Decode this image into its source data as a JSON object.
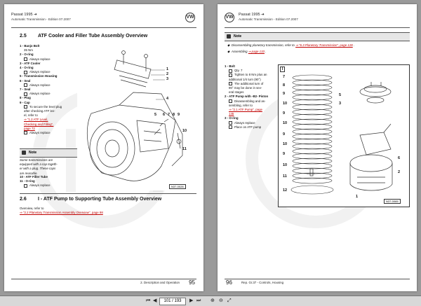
{
  "header": {
    "model": "Passat 1995 ➜",
    "edition": "Automatic Transmission - Edition 07.2007",
    "logo": "VW"
  },
  "left_page": {
    "section_num": "2.5",
    "section_title": "ATF Cooler and Filler Tube Assembly Overview",
    "items": [
      {
        "label": "1 - Banjo Bolt",
        "bold": true
      },
      {
        "label": "35 Nm",
        "bold": false,
        "indent": true
      },
      {
        "label": "2 - O-ring",
        "bold": true
      },
      {
        "label": "Always replace",
        "bold": false,
        "indent": true,
        "check": true
      },
      {
        "label": "3 - ATF Cooler",
        "bold": true
      },
      {
        "label": "4 - O-ring",
        "bold": true
      },
      {
        "label": "Always replace",
        "bold": false,
        "indent": true,
        "check": true
      },
      {
        "label": "5 - Transmission Housing",
        "bold": true
      },
      {
        "label": "6 - Seal",
        "bold": true
      },
      {
        "label": "Always replace",
        "bold": false,
        "indent": true,
        "check": true
      },
      {
        "label": "7 - Seal",
        "bold": true
      },
      {
        "label": "Always replace",
        "bold": false,
        "indent": true,
        "check": true
      },
      {
        "label": "8 - Plug",
        "bold": true
      },
      {
        "label": "9 - Cap",
        "bold": true
      },
      {
        "label": "To secure the level plug",
        "bold": false,
        "indent": true,
        "check": true
      },
      {
        "label": "after checking ATF lev-",
        "bold": false,
        "indent": true
      },
      {
        "label": "el, refer to",
        "bold": false,
        "indent": true
      },
      {
        "label": "⇒ \"1.2 ATF Level,",
        "bold": false,
        "indent": true,
        "link": true
      },
      {
        "label": "Checking and Filling\",",
        "bold": false,
        "indent": true,
        "link": true
      },
      {
        "label": "page 72",
        "bold": false,
        "indent": true,
        "link": true
      },
      {
        "label": "Always replace",
        "bold": false,
        "indent": true,
        "check": true
      }
    ],
    "note_label": "Note",
    "note_lines": [
      "Some transmissions are",
      "equipped with a cap togeth-",
      "er with a plug. These caps",
      "are reusable."
    ],
    "items_after_note": [
      {
        "label": "10 - ATF Filler Tube",
        "bold": true
      },
      {
        "label": "11 - O-ring",
        "bold": true
      },
      {
        "label": "Always replace",
        "bold": false,
        "indent": true,
        "check": true
      }
    ],
    "fig_code": "N37-0028",
    "callouts": [
      "1",
      "2",
      "3",
      "4",
      "5",
      "6",
      "7",
      "8",
      "9",
      "10",
      "11"
    ],
    "section2_num": "2.6",
    "section2_title": "I - ATF Pump to Supporting Tube Assembly Overview",
    "overview_text": "Overview, refer to",
    "overview_link": "⇒ \"2.2 Planetary Transmission Assembly Overview\", page 98",
    "footer": "2. Description and Operation",
    "page_number": "95"
  },
  "right_page": {
    "note_label": "Note",
    "bullets": [
      {
        "text": "Disassembling planetary transmission, refer to ",
        "link": "⇒ \"6.3 Planetary Transmission\", page 128",
        "tail": " ."
      },
      {
        "text": "Assembling ",
        "link": "⇒ page 133",
        "tail": " ."
      }
    ],
    "items": [
      {
        "label": "1 - Bolt",
        "bold": true
      },
      {
        "label": "Qty. 7",
        "bold": false,
        "indent": true,
        "check": true
      },
      {
        "label": "Tighten to 8 Nm plus an",
        "bold": false,
        "indent": true,
        "check": true
      },
      {
        "label": "additional 1/4 turn (90°)",
        "bold": false,
        "indent": true
      },
      {
        "label": "The additional turn of",
        "bold": false,
        "indent": true,
        "check": true
      },
      {
        "label": "90° may be done in sev-",
        "bold": false,
        "indent": true
      },
      {
        "label": "eral stages",
        "bold": false,
        "indent": true
      },
      {
        "label": "2 - ATF Pump with -B2- Piston",
        "bold": true
      },
      {
        "label": "Disassembling and as-",
        "bold": false,
        "indent": true,
        "check": true
      },
      {
        "label": "sembling, refer to",
        "bold": false,
        "indent": true
      },
      {
        "label": "⇒ \"2.1 ATF Pump\", page",
        "bold": false,
        "indent": true,
        "link": true
      },
      {
        "label": "145",
        "bold": false,
        "indent": true,
        "link": true
      },
      {
        "label": "3 - O-ring",
        "bold": true
      },
      {
        "label": "Always replace",
        "bold": false,
        "indent": true,
        "check": true
      },
      {
        "label": "Place on ATF pump",
        "bold": false,
        "indent": true,
        "check": true
      }
    ],
    "fig_tag": "I",
    "fig_code": "N37-0065",
    "callouts_left": [
      "7",
      "8",
      "9",
      "10",
      "9",
      "10",
      "9",
      "10",
      "9",
      "10",
      "11",
      "12"
    ],
    "callouts_right": [
      "5",
      "3",
      "6",
      "2",
      "1"
    ],
    "footer": "Rep. Gr.37 - Controls, Housing",
    "page_number": "96"
  },
  "toolbar": {
    "first_icon": "⏮",
    "prev_icon": "◀",
    "current_page": "101 / 193",
    "next_icon": "▶",
    "last_icon": "⏭",
    "extra1": "⊕",
    "extra2": "⊖",
    "extra3": "⤢"
  }
}
